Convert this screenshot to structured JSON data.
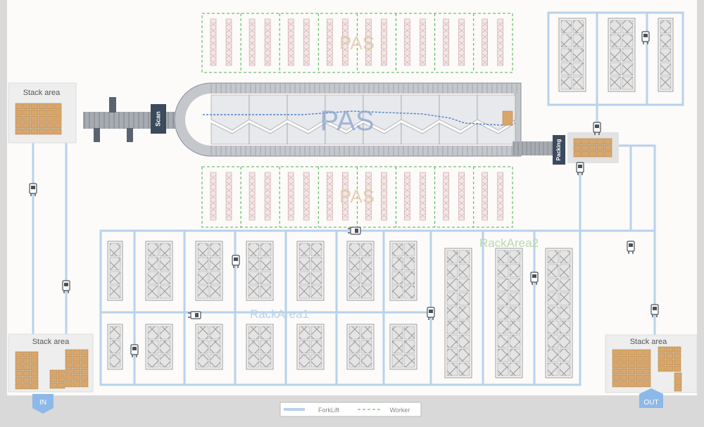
{
  "labels": {
    "stack_area_top_left": "Stack area",
    "stack_area_bottom_left": "Stack area",
    "stack_area_bottom_right": "Stack area",
    "scan": "Scan",
    "packing": "Packing",
    "pas_center": "PAS",
    "pas_top": "PAS",
    "pas_bottom": "PAS",
    "rack_area_1": "RackArea1",
    "rack_area_2": "RackArea2",
    "in": "IN",
    "out": "OUT"
  },
  "legend": {
    "forklift": "ForkLift",
    "worker": "Worker"
  },
  "colors": {
    "background": "#d9d9d9",
    "floor": "#fcfbf9",
    "forklift_path": "#b8d2ec",
    "worker_path": "#4caf50",
    "scan_box": "#3b4a5c",
    "box": "#d9a66a",
    "pas_text": "#8da8cf",
    "rack_text": "#b9d8ad"
  },
  "icons": [
    "forklift-icon",
    "truck-icon",
    "box-icon",
    "rack-icon",
    "pallet-icon"
  ]
}
